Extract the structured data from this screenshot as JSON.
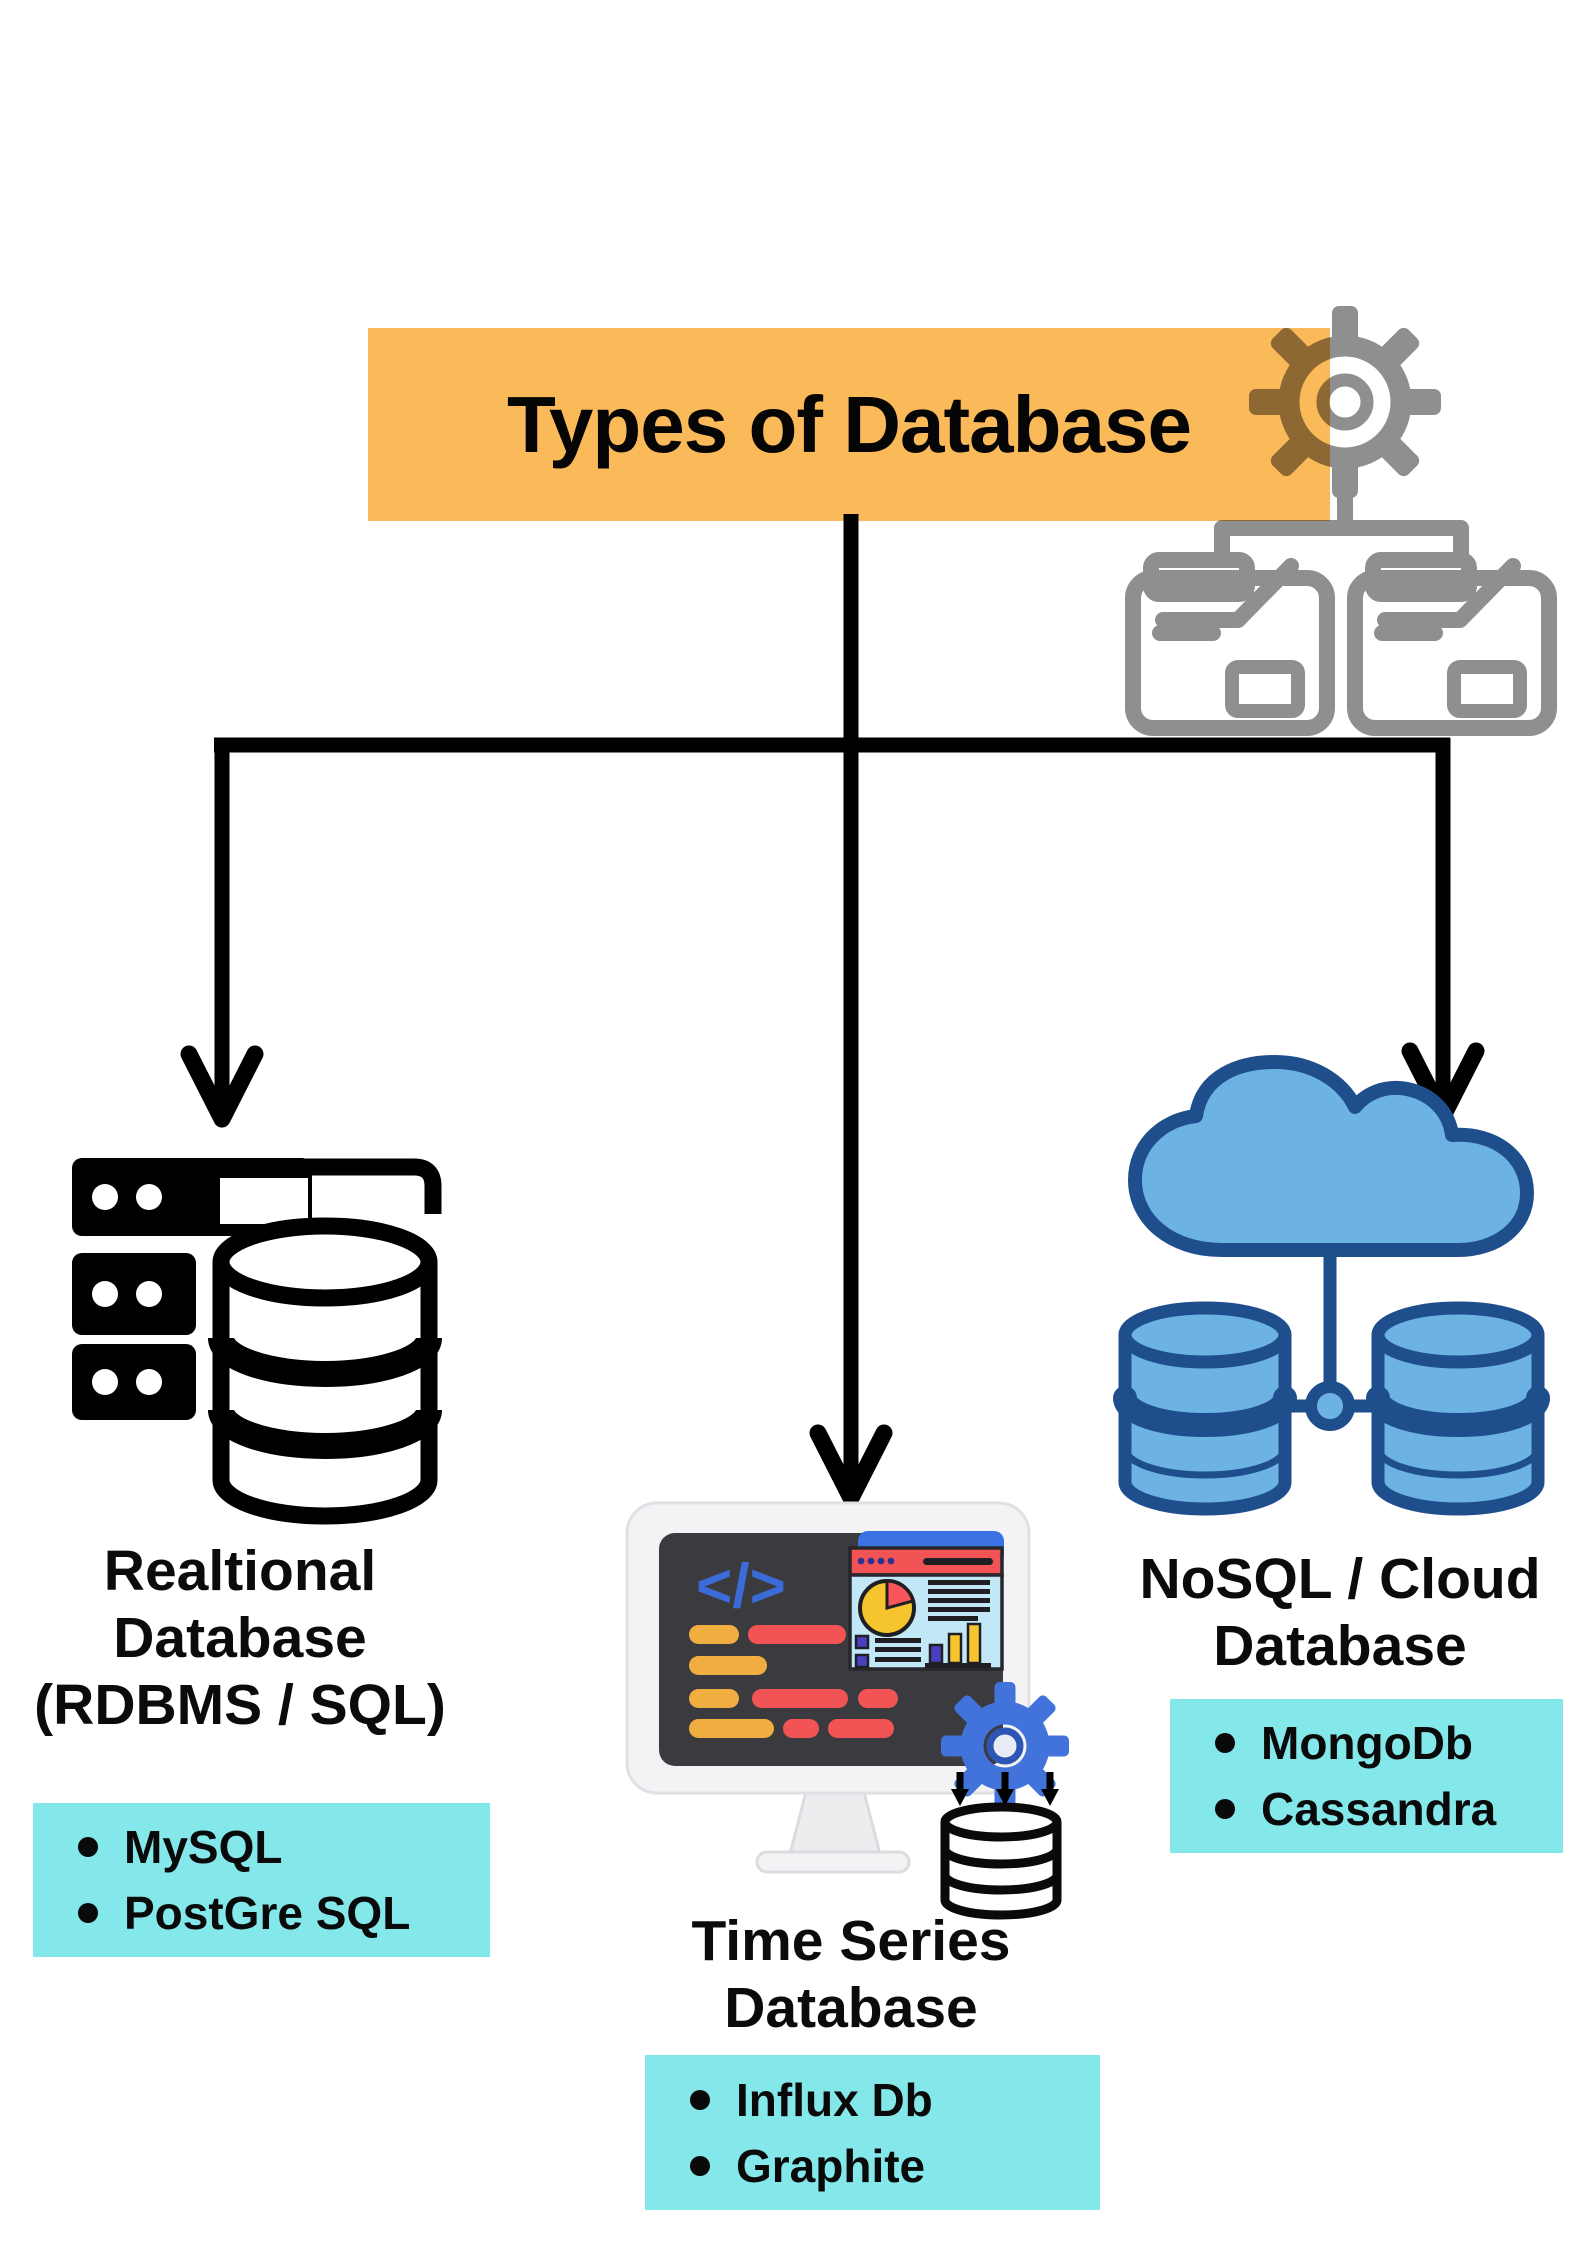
{
  "title": {
    "text": "Types of Database"
  },
  "colors": {
    "title_bg": "#FBBA59",
    "list_bg": "#84E8EA",
    "connector_black": "#000000",
    "header_icon_gray": "#8F8F8F",
    "cloud_fill": "#6CB3E4",
    "cloud_stroke": "#1F4E8C",
    "screen_dark": "#3B3B3F",
    "code_yellow": "#F0AE40",
    "code_red": "#F25455",
    "gear_blue": "#4273DB",
    "chart_indigo": "#4A3FC0",
    "chart_yellow": "#F6C52E",
    "dashboard_panel_blue": "#C2E8F7"
  },
  "icons": {
    "header": "gear-folders-data-icon",
    "relational": "server-database-icon",
    "timeseries": "monitor-code-dashboard-icon",
    "nosql": "cloud-database-icon",
    "code_glyph": "</>"
  },
  "branches": {
    "relational": {
      "heading_lines": [
        "Realtional",
        "Database",
        "(RDBMS / SQL)"
      ],
      "items": [
        "MySQL",
        "PostGre SQL"
      ]
    },
    "timeseries": {
      "heading_lines": [
        "Time Series",
        "Database"
      ],
      "items": [
        "Influx Db",
        "Graphite"
      ]
    },
    "nosql": {
      "heading_lines": [
        "NoSQL / Cloud",
        "Database"
      ],
      "items": [
        "MongoDb",
        "Cassandra"
      ]
    }
  }
}
